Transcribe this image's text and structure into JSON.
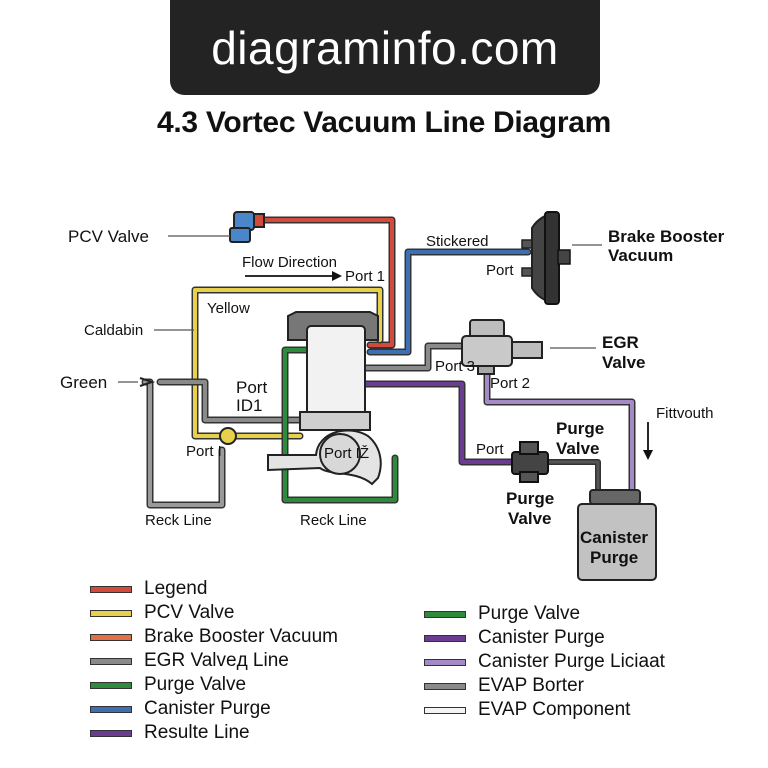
{
  "header": {
    "site": "diagraminfo.com",
    "title": "4.3 Vortec Vacuum Line Diagram"
  },
  "diagram": {
    "labels": {
      "pcv_valve": "PCV Valve",
      "flow_direction": "Flow Direction",
      "port1": "Port 1",
      "stickered": "Stickered",
      "port_top": "Port",
      "brake_booster": [
        "Brake Booster",
        "Vacuum"
      ],
      "yellow": "Yellow",
      "caldabin": "Caldabin",
      "egr_valve": [
        "EGR",
        "Valve"
      ],
      "port3": "Port 3",
      "port2": "Port 2",
      "green": "Green",
      "port_id1": [
        "Port",
        "ID1"
      ],
      "fittvouth": "Fittvouth",
      "port_mid": "Port",
      "purge_valve_right": [
        "Purge",
        "Valve"
      ],
      "port_i": "Port I",
      "port_iz": "Port IŽ",
      "purge_valve_lower": [
        "Purge",
        "Valve"
      ],
      "canister_purge": [
        "Canister",
        "Purge"
      ],
      "reck_line_left": "Reck Line",
      "reck_line_mid": "Reck Line"
    },
    "colors": {
      "red": "#d24a3c",
      "blue": "#3d6fb4",
      "yellow": "#e6d04c",
      "green": "#2e8b3e",
      "gray": "#8a8a8a",
      "purple": "#6a3d91",
      "light_purple": "#a48ac7"
    }
  },
  "legend": {
    "left": [
      {
        "label": "Legend",
        "color": "#d24a3c"
      },
      {
        "label": "PCV Valve",
        "color": "#e6d04c"
      },
      {
        "label": "Brake Booster Vacuum",
        "color": "#e07045"
      },
      {
        "label": "EGR Valveд Line",
        "color": "#8a8a8a"
      },
      {
        "label": "Purge Valve",
        "color": "#2e8b3e"
      },
      {
        "label": "Canister Purge",
        "color": "#3d6fb4"
      },
      {
        "label": "Resulte Line",
        "color": "#6a3d91"
      }
    ],
    "right": [
      {
        "label": "Purge Valve",
        "color": "#2e8b3e"
      },
      {
        "label": "Canister Purge",
        "color": "#6a3d91"
      },
      {
        "label": "Canister Purge Liciaat",
        "color": "#a48ac7"
      },
      {
        "label": "EVAP Borter",
        "color": "#8a8a8a"
      },
      {
        "label": "EVAP Component",
        "color": "#f4f4f4"
      }
    ]
  }
}
